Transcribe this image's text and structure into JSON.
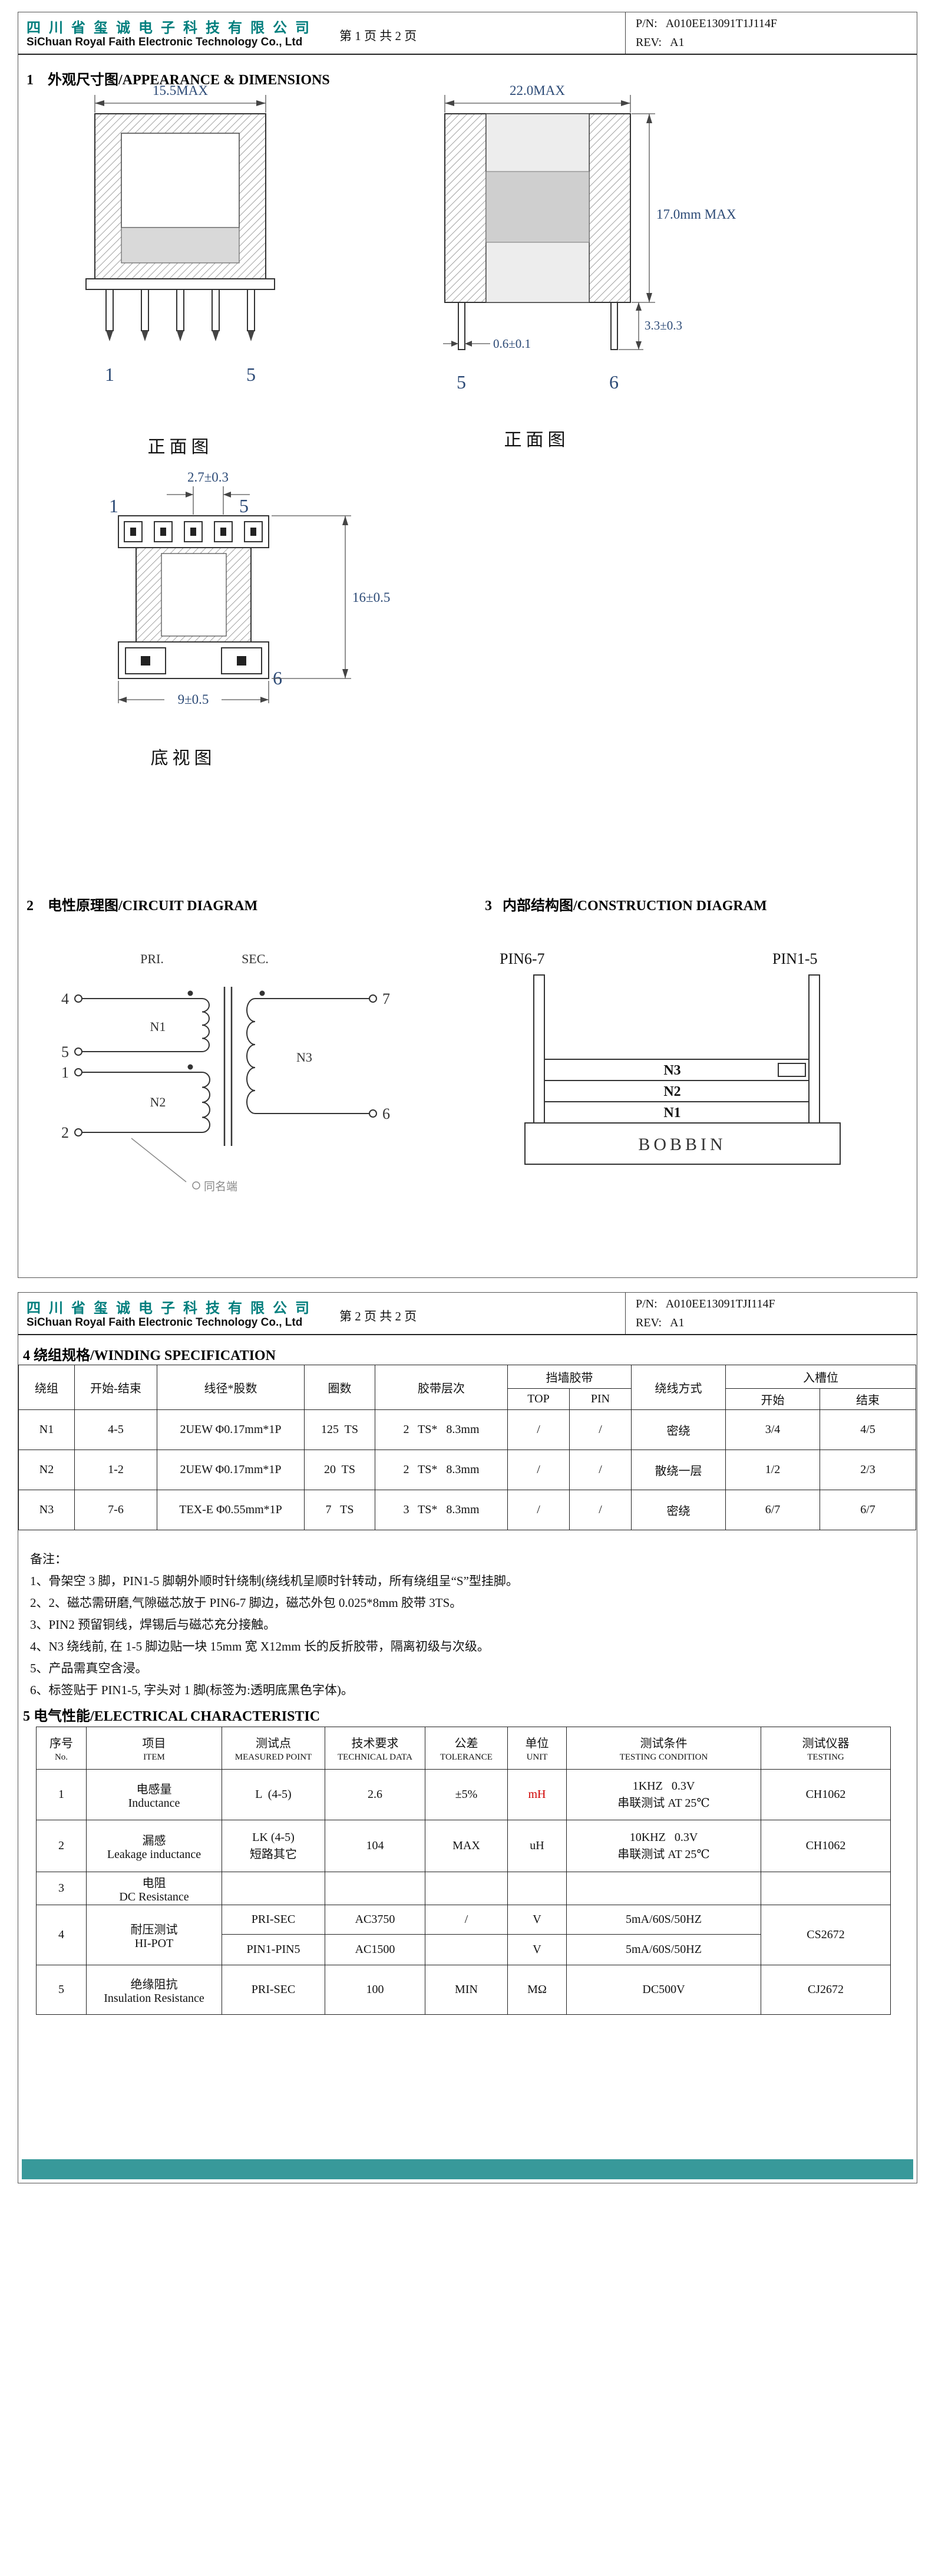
{
  "colors": {
    "company_teal": "#007e7d",
    "dimension_navy": "#2c4a76",
    "unit_red": "#d00000",
    "footer_teal": "#38999a"
  },
  "page1": {
    "header": {
      "company_cn": "四 川 省 玺 诚 电 子 科 技 有 限 公 司",
      "company_en": "SiChuan Royal Faith Electronic Technology Co., Ltd",
      "page_info": "第 1 页 共 2 页",
      "pn_label": "P/N:",
      "pn_value": "A010EE13091T1J114F",
      "rev_label": "REV:",
      "rev_value": "A1"
    },
    "section1_title": "1    外观尺寸图/APPEARANCE & DIMENSIONS",
    "front1": {
      "dim_width": "15.5MAX",
      "pin_left": "1",
      "pin_right": "5",
      "caption": "正面图"
    },
    "front2": {
      "dim_width": "22.0MAX",
      "dim_height": "17.0mm MAX",
      "dim_pin_w": "0.6±0.1",
      "dim_pin_l": "3.3±0.3",
      "pin_left": "5",
      "pin_right": "6",
      "caption": "正面图"
    },
    "bottom": {
      "dim_pitch": "2.7±0.3",
      "dim_height": "16±0.5",
      "dim_width": "9±0.5",
      "pin_tl": "1",
      "pin_tr": "5",
      "pin_br": "6",
      "caption": "底视图"
    },
    "section2_title": "2    电性原理图/CIRCUIT DIAGRAM",
    "section3_title": "3   内部结构图/CONSTRUCTION DIAGRAM",
    "circuit": {
      "pri": "PRI.",
      "sec": "SEC.",
      "t4": "4",
      "t5": "5",
      "t1": "1",
      "t2": "2",
      "t7": "7",
      "t6": "6",
      "n1": "N1",
      "n2": "N2",
      "n3": "N3",
      "legend": "同名端"
    },
    "construction": {
      "pin67": "PIN6-7",
      "pin15": "PIN1-5",
      "layer1": "N3",
      "layer2": "N2",
      "layer3": "N1",
      "bobbin": "BOBBIN"
    }
  },
  "page2": {
    "header": {
      "company_cn": "四 川 省 玺 诚 电 子 科 技 有 限 公 司",
      "company_en": "SiChuan Royal Faith Electronic Technology Co., Ltd",
      "page_info": "第 2 页 共 2 页",
      "pn_label": "P/N:",
      "pn_value": "A010EE13091TJI114F",
      "rev_label": "REV:",
      "rev_value": "A1"
    },
    "section4_title": "4 绕组规格/WINDING SPECIFICATION",
    "winding": {
      "headers": {
        "col1": "绕组",
        "col2": "开始-结束",
        "col3": "线径*股数",
        "col4": "圈数",
        "col5": "胶带层次",
        "col6": "挡墙胶带",
        "col6a": "TOP",
        "col6b": "PIN",
        "col7": "绕线方式",
        "col8": "入槽位",
        "col8a": "开始",
        "col8b": "结束"
      },
      "rows": [
        [
          "N1",
          "4-5",
          "2UEW Φ0.17mm*1P",
          "125  TS",
          "2   TS*   8.3mm",
          "/",
          "/",
          "密绕",
          "3/4",
          "4/5"
        ],
        [
          "N2",
          "1-2",
          "2UEW Φ0.17mm*1P",
          "20  TS",
          "2   TS*   8.3mm",
          "/",
          "/",
          "散绕一层",
          "1/2",
          "2/3"
        ],
        [
          "N3",
          "7-6",
          "TEX-E Φ0.55mm*1P",
          "7   TS",
          "3   TS*   8.3mm",
          "/",
          "/",
          "密绕",
          "6/7",
          "6/7"
        ]
      ]
    },
    "notes": {
      "title": "备注：",
      "items": [
        "1、骨架空 3 脚，PIN1-5 脚朝外顺时针绕制(绕线机呈顺时针转动，所有绕组呈“S”型挂脚。",
        "2、2、磁芯需研磨,气隙磁芯放于 PIN6-7 脚边，磁芯外包 0.025*8mm 胶带 3TS。",
        "3、PIN2 预留铜线，焊锡后与磁芯充分接触。",
        "4、N3 绕线前, 在 1-5 脚边贴一块 15mm 宽 X12mm 长的反折胶带，隔离初级与次级。",
        "5、产品需真空含浸。",
        "6、标签贴于 PIN1-5, 字头对 1 脚(标签为:透明底黑色字体)。"
      ]
    },
    "section5_title": "5 电气性能/ELECTRICAL CHARACTERISTIC",
    "electrical": {
      "headers": [
        {
          "cn": "序号",
          "en": "No."
        },
        {
          "cn": "项目",
          "en": "ITEM"
        },
        {
          "cn": "测试点",
          "en": "MEASURED POINT"
        },
        {
          "cn": "技术要求",
          "en": "TECHNICAL DATA"
        },
        {
          "cn": "公差",
          "en": "TOLERANCE"
        },
        {
          "cn": "单位",
          "en": "UNIT"
        },
        {
          "cn": "测试条件",
          "en": "TESTING CONDITION"
        },
        {
          "cn": "测试仪器",
          "en": "TESTING"
        }
      ],
      "r1": {
        "no": "1",
        "cn": "电感量",
        "en": "Inductance",
        "point": "L  (4-5)",
        "data": "2.6",
        "tol": "±5%",
        "unit": "mH",
        "cond1": "1KHZ   0.3V",
        "cond2": "串联测试 AT 25℃",
        "inst": "CH1062"
      },
      "r2": {
        "no": "2",
        "cn": "漏感",
        "en": "Leakage inductance",
        "point1": "LK (4-5)",
        "point2": "短路其它",
        "data": "104",
        "tol": "MAX",
        "unit": "uH",
        "cond1": "10KHZ   0.3V",
        "cond2": "串联测试 AT 25℃",
        "inst": "CH1062"
      },
      "r3": {
        "no": "3",
        "cn": "电阻",
        "en": "DC Resistance"
      },
      "r4": {
        "no": "4",
        "cn": "耐压测试",
        "en": "HI-POT",
        "a_point": "PRI-SEC",
        "a_data": "AC3750",
        "a_tol": "/",
        "a_unit": "V",
        "a_cond": "5mA/60S/50HZ",
        "b_point": "PIN1-PIN5",
        "b_data": "AC1500",
        "b_tol": "",
        "b_unit": "V",
        "b_cond": "5mA/60S/50HZ",
        "inst": "CS2672"
      },
      "r5": {
        "no": "5",
        "cn": "绝缘阻抗",
        "en": "Insulation Resistance",
        "point": "PRI-SEC",
        "data": "100",
        "tol": "MIN",
        "unit": "MΩ",
        "cond1": "DC500V",
        "inst": "CJ2672"
      }
    }
  }
}
